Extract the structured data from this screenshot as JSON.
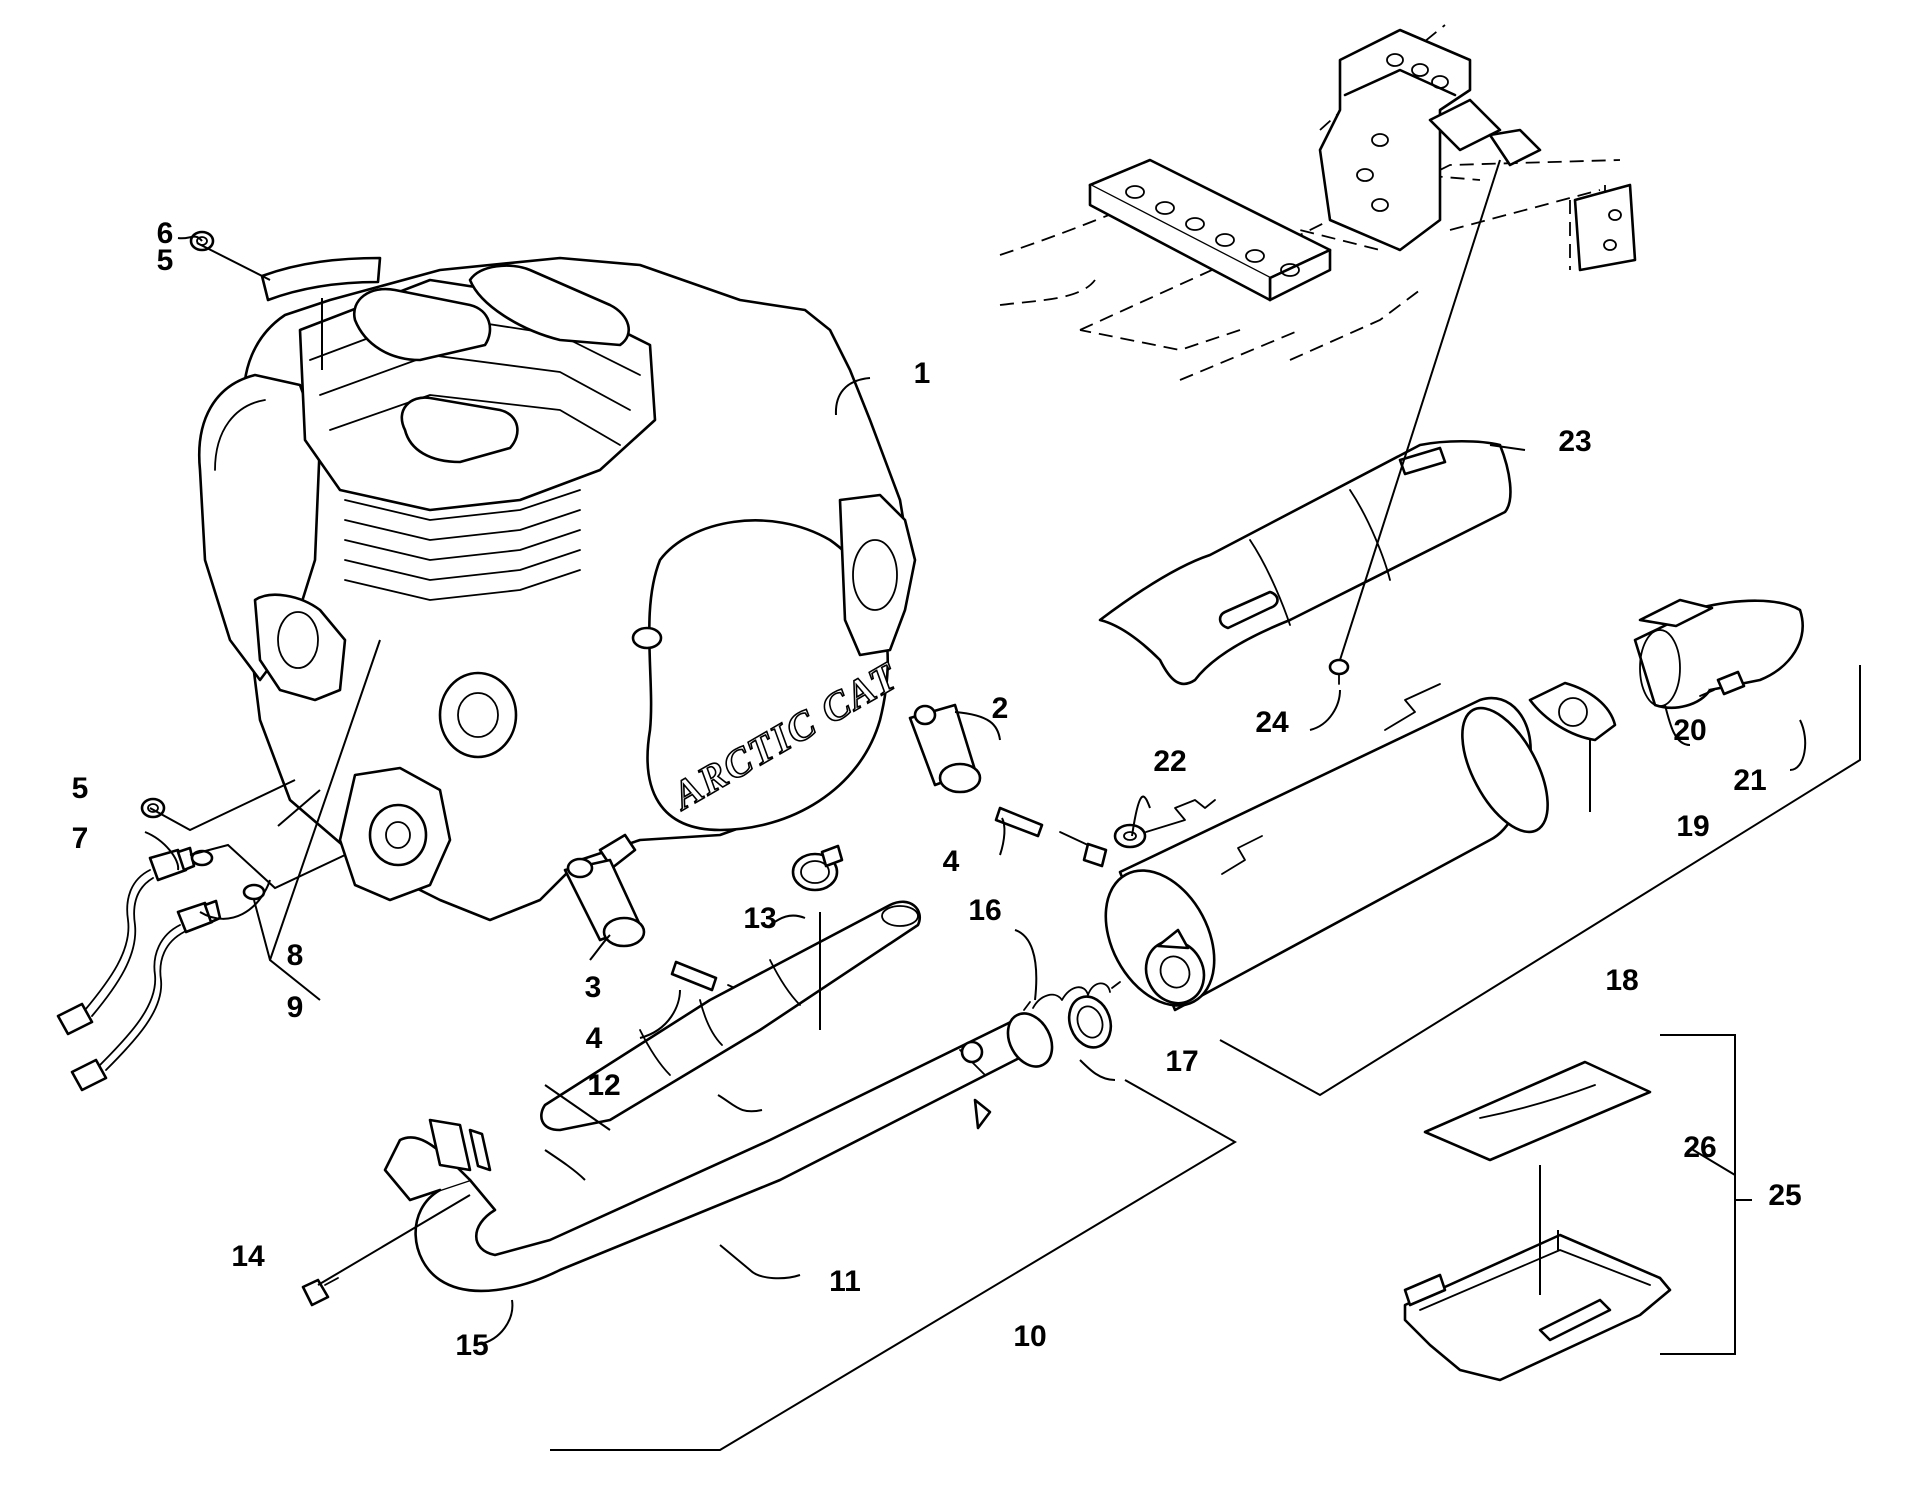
{
  "diagram": {
    "engine_logo": "ARCTIC CAT",
    "callouts": [
      {
        "id": "c1",
        "label": "1"
      },
      {
        "id": "c2",
        "label": "2"
      },
      {
        "id": "c3",
        "label": "3"
      },
      {
        "id": "c4a",
        "label": "4"
      },
      {
        "id": "c4b",
        "label": "4"
      },
      {
        "id": "c5a",
        "label": "5"
      },
      {
        "id": "c5b",
        "label": "5"
      },
      {
        "id": "c6",
        "label": "6"
      },
      {
        "id": "c7",
        "label": "7"
      },
      {
        "id": "c8",
        "label": "8"
      },
      {
        "id": "c9",
        "label": "9"
      },
      {
        "id": "c10",
        "label": "10"
      },
      {
        "id": "c11",
        "label": "11"
      },
      {
        "id": "c12",
        "label": "12"
      },
      {
        "id": "c13",
        "label": "13"
      },
      {
        "id": "c14",
        "label": "14"
      },
      {
        "id": "c15",
        "label": "15"
      },
      {
        "id": "c16",
        "label": "16"
      },
      {
        "id": "c17",
        "label": "17"
      },
      {
        "id": "c18",
        "label": "18"
      },
      {
        "id": "c19",
        "label": "19"
      },
      {
        "id": "c20",
        "label": "20"
      },
      {
        "id": "c21",
        "label": "21"
      },
      {
        "id": "c22",
        "label": "22"
      },
      {
        "id": "c23",
        "label": "23"
      },
      {
        "id": "c24",
        "label": "24"
      },
      {
        "id": "c25",
        "label": "25"
      },
      {
        "id": "c26",
        "label": "26"
      }
    ]
  }
}
